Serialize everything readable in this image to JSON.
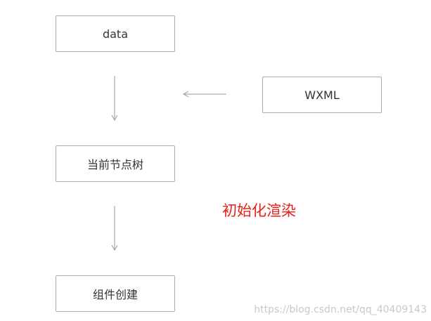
{
  "nodes": {
    "data": "data",
    "wxml": "WXML",
    "tree": "当前节点树",
    "create": "组件创建"
  },
  "annotation": "初始化渲染",
  "watermark": "https://blog.csdn.net/qq_40409143",
  "colors": {
    "border": "#a9a9a9",
    "arrow": "#9a9a9a",
    "annotation": "#e8201a",
    "watermark": "#c9c9c9"
  }
}
